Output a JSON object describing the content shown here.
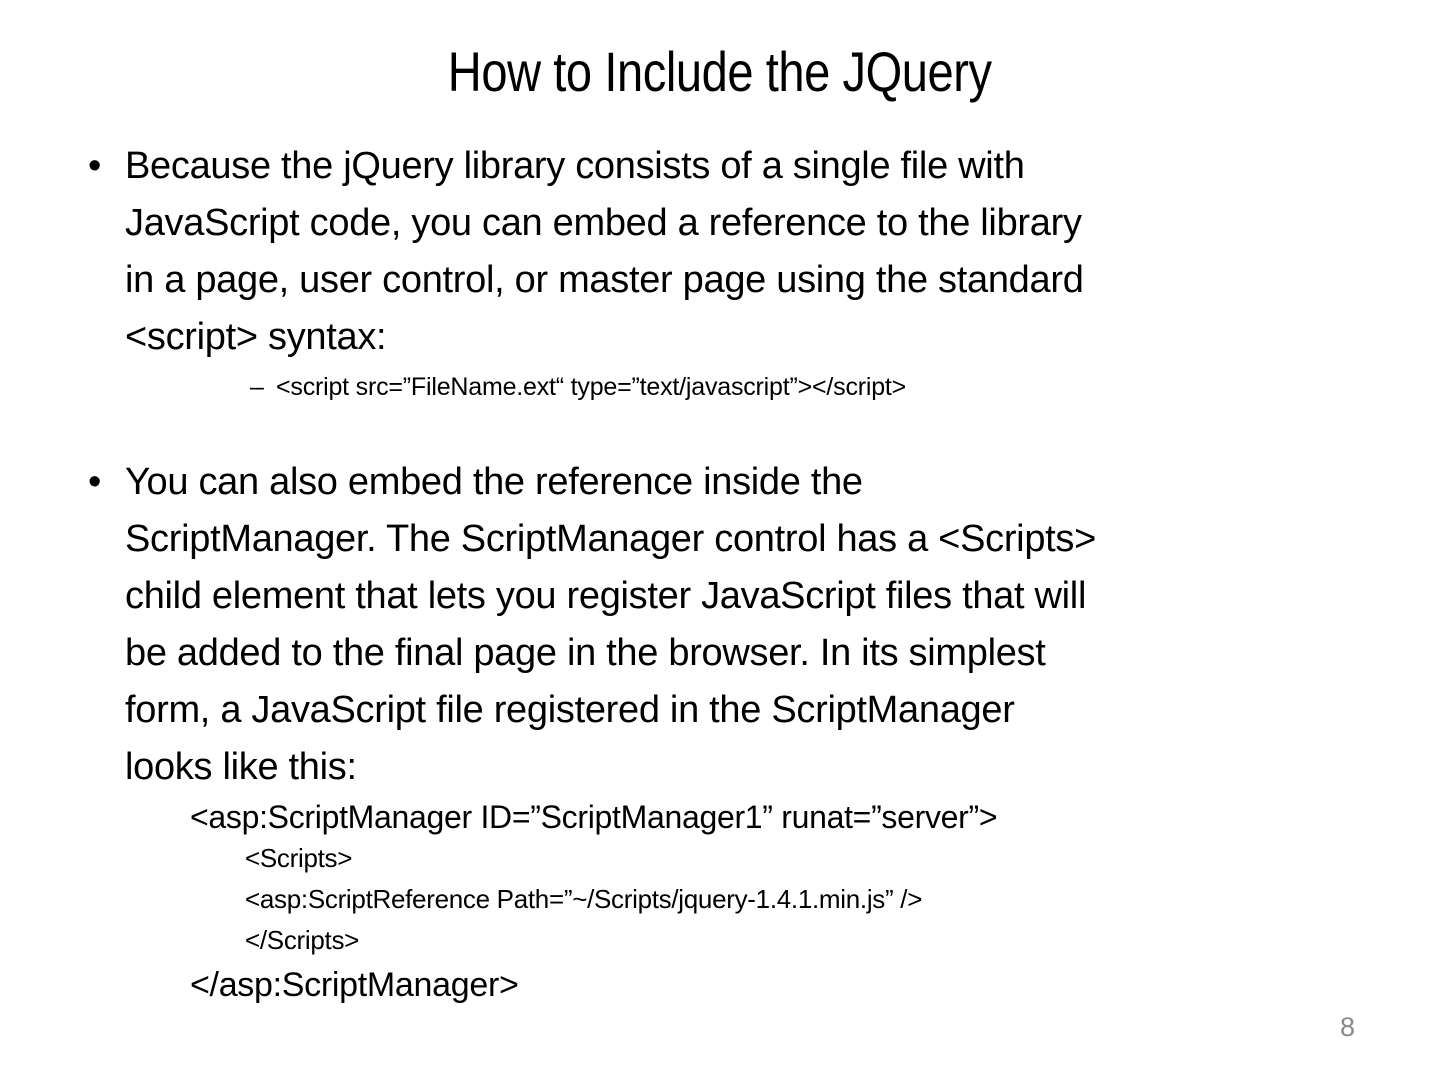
{
  "slide": {
    "title": "How to Include the JQuery",
    "page_number": "8",
    "bullet1": {
      "marker": "•",
      "lines": [
        "Because the jQuery library consists of a single file with",
        "JavaScript code, you can embed a reference to the library",
        "in a page, user control, or master page using the standard",
        "<script> syntax:"
      ],
      "sub": {
        "marker": "–",
        "text": "<script src=”FileName.ext“ type=”text/javascript”></script>"
      }
    },
    "bullet2": {
      "marker": "•",
      "lines": [
        "You can also embed the reference inside the",
        "ScriptManager. The ScriptManager control has a <Scripts>",
        "child element that lets you register JavaScript files that will",
        "be added to the final page in the browser. In its simplest",
        "form, a JavaScript file registered in the ScriptManager",
        "looks like this:"
      ]
    },
    "code": {
      "lines": [
        "<asp:ScriptManager ID=”ScriptManager1” runat=”server”>",
        "<Scripts>",
        "<asp:ScriptReference Path=”~/Scripts/jquery-1.4.1.min.js” />",
        "</Scripts>",
        "</asp:ScriptManager>"
      ]
    }
  }
}
